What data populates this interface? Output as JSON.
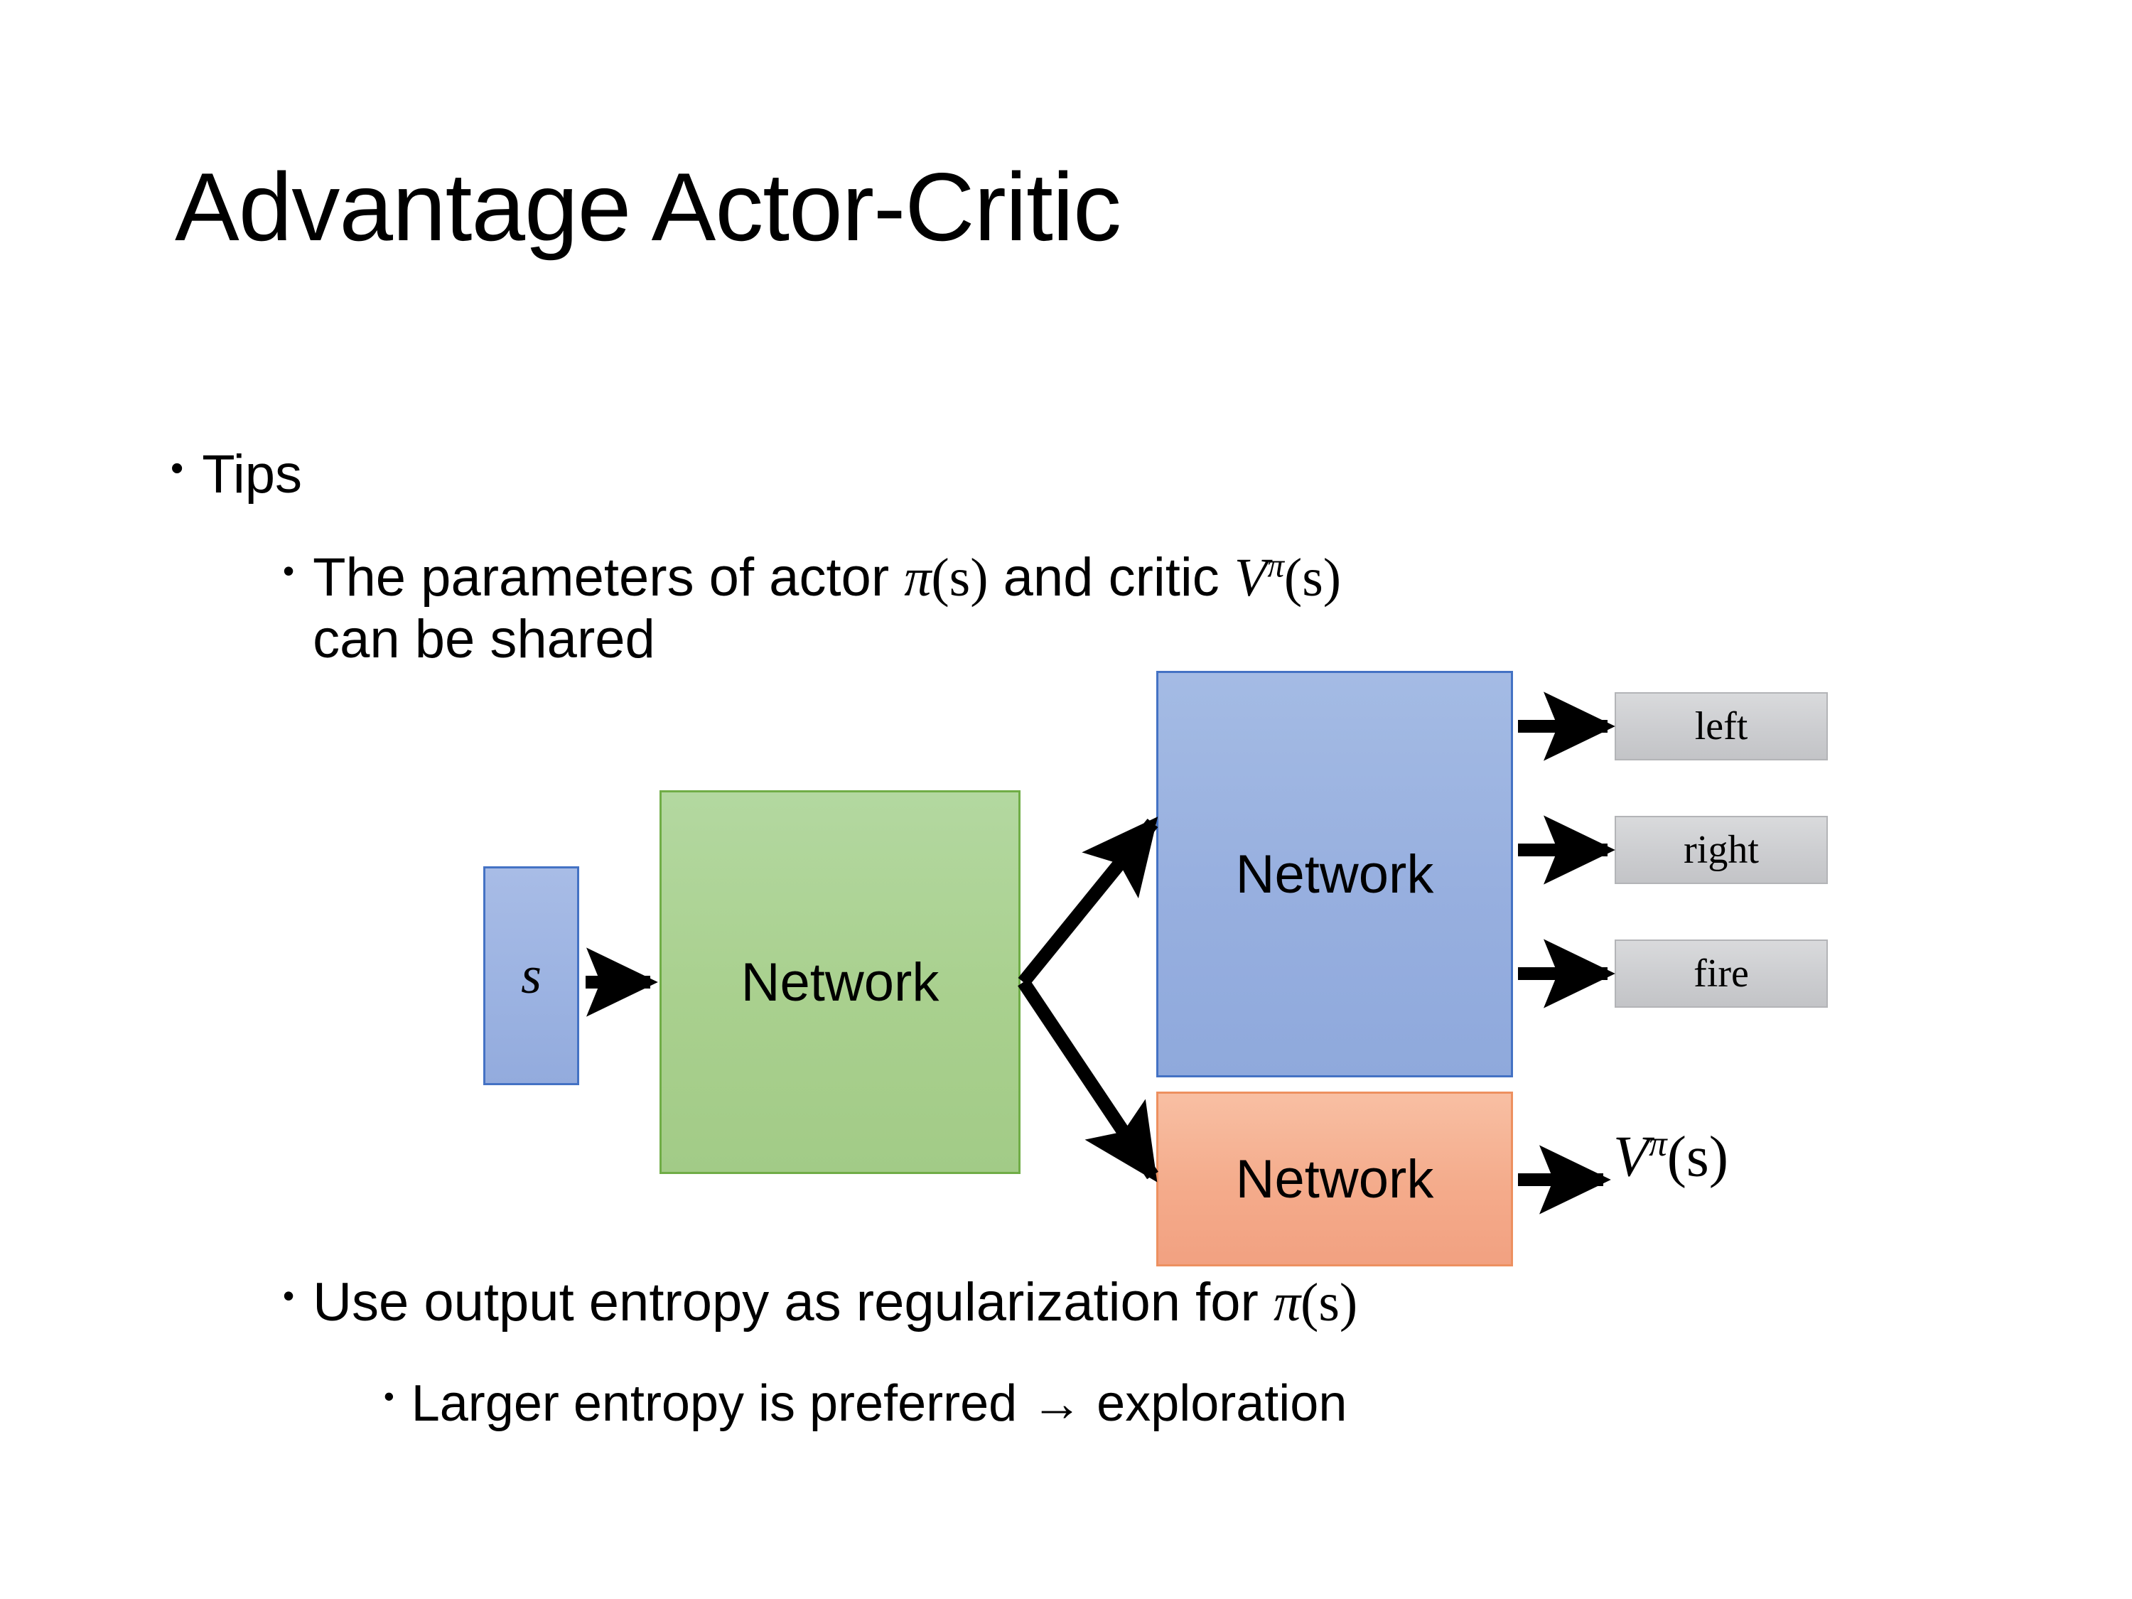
{
  "slide": {
    "title": "Advantage Actor-Critic",
    "background_color": "#FFFFFF"
  },
  "bullets": {
    "level1": {
      "marker": "•",
      "text": "Tips"
    },
    "params": {
      "marker": "•",
      "line1_prefix": "The parameters of actor ",
      "actor_symbol": "π",
      "actor_arg": "(s)",
      "line1_middle": "  and critic ",
      "critic_symbol": "V",
      "critic_sup": "π",
      "critic_arg": "(s)",
      "line2": "can be shared"
    },
    "entropy": {
      "marker": "•",
      "text_prefix": "Use output entropy as regularization for ",
      "policy_symbol": "π",
      "policy_arg": "(s)"
    },
    "larger": {
      "marker": "•",
      "text": "Larger entropy is preferred → exploration"
    }
  },
  "diagram": {
    "state_box": {
      "label": "s",
      "fill": "#9CB3E2",
      "border": "#4472C4"
    },
    "shared_network": {
      "label": "Network",
      "fill": "#A9D08E",
      "border": "#70AD47"
    },
    "actor_network": {
      "label": "Network",
      "fill": "#97AFDF",
      "border": "#4472C4"
    },
    "critic_network": {
      "label": "Network",
      "fill": "#F4AB8B",
      "border": "#ED9060"
    },
    "action_outputs": [
      {
        "label": "left",
        "fill": "#CCCDD0",
        "border": "#B3B4B7"
      },
      {
        "label": "right",
        "fill": "#CCCDD0",
        "border": "#B3B4B7"
      },
      {
        "label": "fire",
        "fill": "#CCCDD0",
        "border": "#B3B4B7"
      }
    ],
    "critic_output": {
      "symbol": "V",
      "superscript": "π",
      "argument": "(s)"
    },
    "arrow_color": "#000000",
    "arrow_names": [
      "state-to-shared-network-arrow",
      "shared-to-actor-branch-arrow",
      "shared-to-critic-branch-arrow",
      "actor-to-left-arrow",
      "actor-to-right-arrow",
      "actor-to-fire-arrow",
      "critic-to-value-arrow"
    ]
  }
}
